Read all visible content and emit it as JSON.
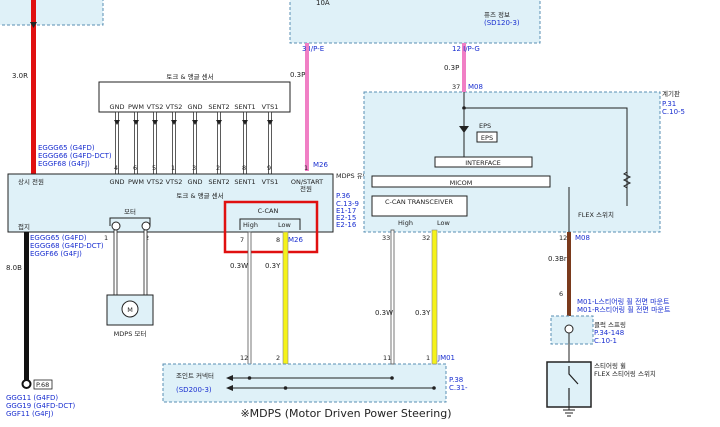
{
  "top_box": {
    "fuse_id": "10A",
    "dash_label": "(SD120-3)",
    "left_connector": "3 I/P-E",
    "right_connector": "12 I/P-G"
  },
  "wires": {
    "power": "3.0R",
    "ground": "8.0B",
    "ign_pink": "0.3P",
    "mid_pink": "0.3P",
    "flex_brown": "0.3Br",
    "can_high_left": "0.3W",
    "can_low_left": "0.3Y",
    "can_high_right": "0.3W",
    "can_low_right": "0.3Y"
  },
  "torque_sensor_label": "토크 & 앵글 센서",
  "sensor_pins": [
    "GND",
    "PWM",
    "VTS2",
    "VTS2",
    "GND",
    "SENT2",
    "SENT1",
    "VTS1"
  ],
  "mdps_unit": {
    "name": "MDPS 유닛",
    "connector": "M26",
    "page_refs": [
      "P.36",
      "C.13-9",
      "E1-17",
      "E2-15",
      "E2-16"
    ],
    "torque_label": "토크 & 앵글 센서",
    "pin_numbers": [
      "4",
      "6",
      "5",
      "1",
      "3",
      "2",
      "8",
      "9",
      "1"
    ],
    "pin_labels": [
      "GND",
      "PWM",
      "VTS2",
      "VTS2",
      "GND",
      "SENT2",
      "SENT1",
      "VTS1",
      "ON/START"
    ],
    "ign_note": "전원",
    "left_power_label": "상시 전원",
    "ground_label": "접지",
    "motor_label": "모터",
    "motor_pins": [
      "1",
      "2"
    ],
    "can_label": "C-CAN",
    "can_high": "High",
    "can_low": "Low",
    "can_pin_high": "7",
    "can_pin_low": "8",
    "can_connector": "M26"
  },
  "egg_refs": [
    "EGGG65 (G4FD)",
    "EGGG66 (G4FD-DCT)",
    "EGGF68 (G4FJ)"
  ],
  "ground_refs": [
    "EGGG65 (G4FD)",
    "EGGG68 (G4FD-DCT)",
    "EGGF66 (G4FJ)"
  ],
  "bottom_ground": {
    "page": "P.68",
    "refs": [
      "GGG11 (G4FD)",
      "GGG19 (G4FD-DCT)",
      "GGF11 (G4FJ)"
    ]
  },
  "motor_box": {
    "label": "MDPS 모터",
    "symbol": "M"
  },
  "cluster": {
    "name": "계기판",
    "page_refs": [
      "P.31",
      "C.10-5"
    ],
    "top_pin": "37",
    "connector": "M08",
    "eps_label": "EPS",
    "interface": "INTERFACE",
    "micom": "MICOM",
    "transceiver": "C-CAN TRANSCEIVER",
    "high": "High",
    "low": "Low",
    "pin_high": "33",
    "pin_low": "32",
    "flex_label": "FLEX 스위치",
    "flex_pin": "12",
    "flex_conn": "M08"
  },
  "flex_mid": {
    "pin": "6",
    "refs": [
      "M01-L스티어링 휠 전면 마운트",
      "M01-R스티어링 휠 전면 마운트"
    ],
    "label": "클럭 스프링",
    "page_refs": [
      "P.34-148",
      "C.10-1"
    ]
  },
  "flex_switch": {
    "label": "FLEX 스티어링 스위치",
    "note": "스티어링 휠"
  },
  "joint": {
    "label1": "조인트 커넥터",
    "label2": "(SD200-3)",
    "pin_left": "12",
    "pin_left2": "2",
    "pin_right": "11",
    "pin_right2": "1",
    "conn": "JM01",
    "page_refs": [
      "P.38",
      "C.31-"
    ]
  },
  "caption": "※MDPS (Motor Driven Power Steering)"
}
